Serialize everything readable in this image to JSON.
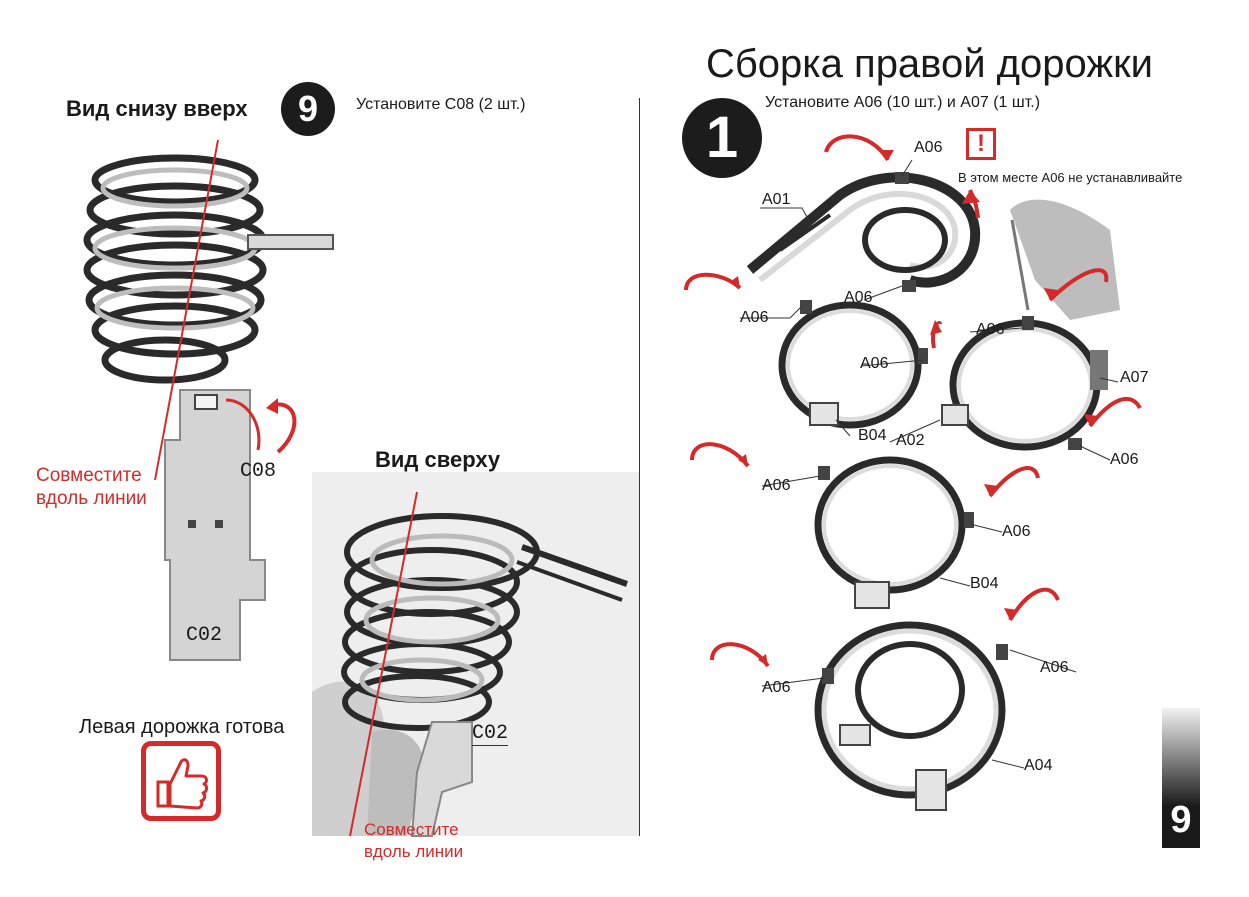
{
  "left": {
    "view_bottom_title": "Вид снизу вверх",
    "step_number": "9",
    "step_instruction": "Установите С08 (2 шт.)",
    "align_note_1": "Совместите\nвдоль линии",
    "c08_mark": "C08",
    "c02_mark": "C02",
    "view_top_title": "Вид сверху",
    "c02_mark_top": "C02",
    "align_note_2": "Совместите\nвдоль линии",
    "done_text": "Левая дорожка готова"
  },
  "right": {
    "title": "Сборка правой дорожки",
    "step_number": "1",
    "step_instruction": "Установите А06  (10 шт.) и А07 (1 шт.)",
    "warning_text": "В этом месте А06 не устанавливайте",
    "warning_mark": "!",
    "part_labels": {
      "a06_top": "A06",
      "a01": "A01",
      "a06_ring1_left": "A06",
      "a06_ring1_top": "A06",
      "a06_ring1_inner": "A06",
      "b04_ring1": "B04",
      "a06_ring2_top": "A06",
      "a07": "A07",
      "a02": "A02",
      "a06_ring2_right": "A06",
      "a06_ring3_left": "A06",
      "a06_ring3_right": "A06",
      "b04_ring3": "B04",
      "a06_ring4_left": "A06",
      "a06_ring4_right": "A06",
      "a04": "A04"
    }
  },
  "page_number": "9",
  "colors": {
    "accent_red": "#d42a2a",
    "dark": "#1a1a1a"
  }
}
